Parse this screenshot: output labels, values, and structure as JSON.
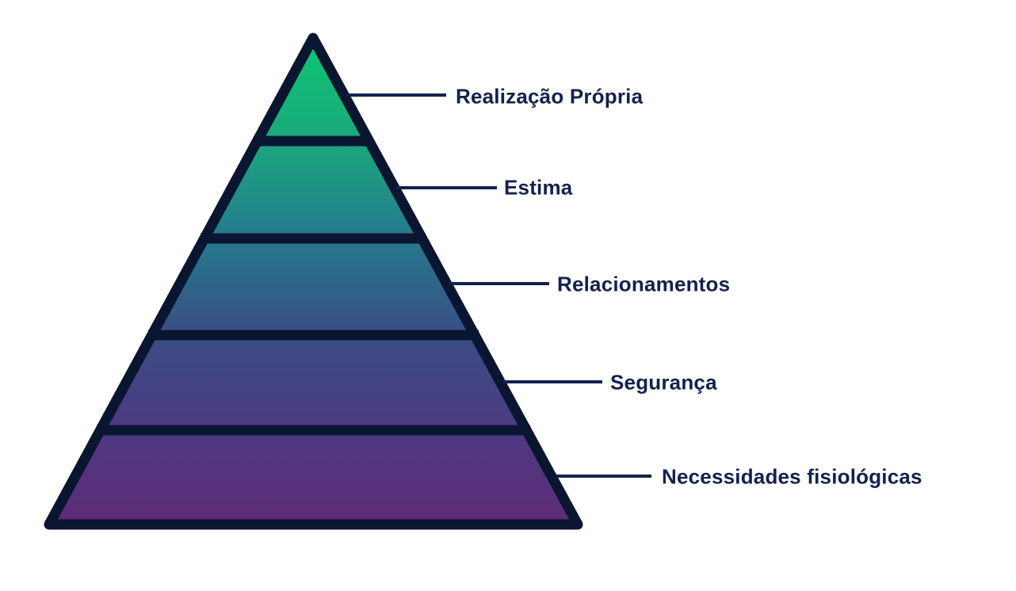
{
  "diagram": {
    "type": "pyramid",
    "description": "Hierarquia de necessidades (pirâmide de Maslow) em português",
    "levels": [
      {
        "rank": 1,
        "label": "Realização Própria",
        "color": "#10c672"
      },
      {
        "rank": 2,
        "label": "Estima",
        "color": "#1b9c80"
      },
      {
        "rank": 3,
        "label": "Relacionamentos",
        "color": "#2c618a"
      },
      {
        "rank": 4,
        "label": "Segurança",
        "color": "#414381"
      },
      {
        "rank": 5,
        "label": "Necessidades fisiológicas",
        "color": "#5a2e79"
      }
    ],
    "colors": {
      "outline": "#0a1530",
      "label_text": "#13214d",
      "leader_line": "#13214d",
      "background": "#ffffff",
      "gradient_top": "#0fc671",
      "gradient_bottom": "#5e2c78"
    }
  },
  "chart_data": {
    "type": "pyramid",
    "categories": [
      "Realização Própria",
      "Estima",
      "Relacionamentos",
      "Segurança",
      "Necessidades fisiológicas"
    ],
    "order": "top-to-bottom",
    "title": "",
    "legend": "none"
  }
}
